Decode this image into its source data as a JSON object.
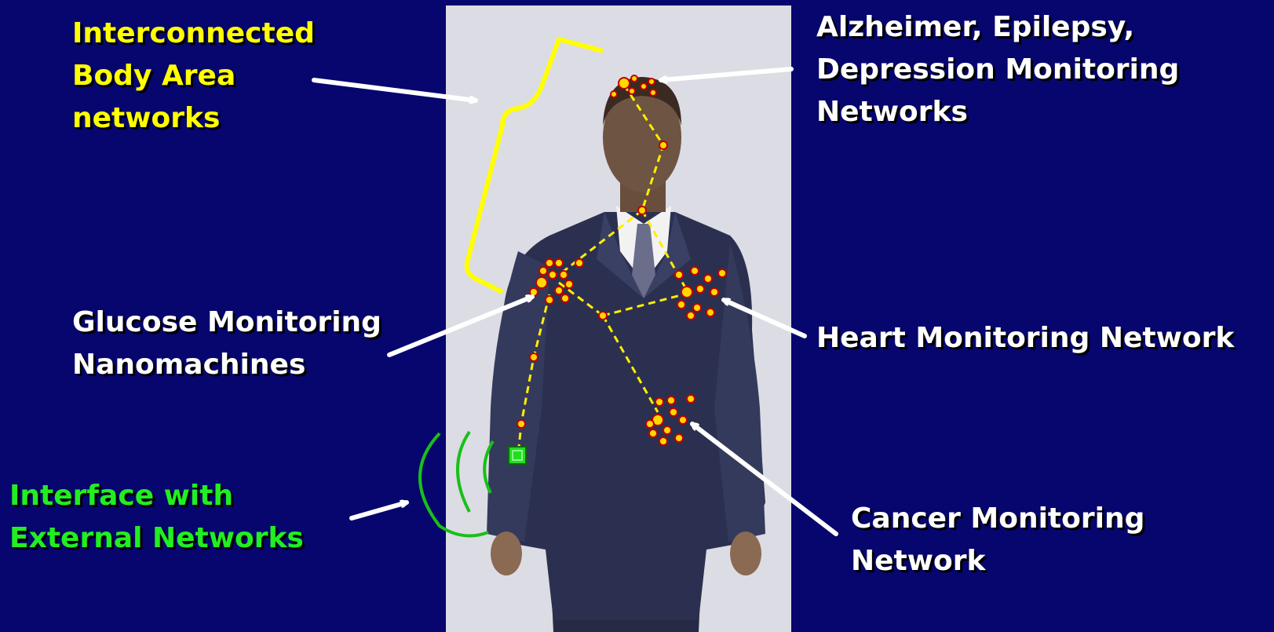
{
  "colors": {
    "background": "#06066e",
    "panel": "#dcdce4",
    "suit": "#2c3050",
    "accent_yellow": "#ffff00",
    "node_fill": "#ffd800",
    "node_stroke": "#c00000",
    "interface_green": "#22dd22",
    "label_white": "#ffffff"
  },
  "labels": {
    "interconnected": [
      "Interconnected",
      "Body Area",
      "networks"
    ],
    "brain": [
      "Alzheimer, Epilepsy,",
      "Depression Monitoring",
      "Networks"
    ],
    "glucose": [
      "Glucose Monitoring",
      "Nanomachines"
    ],
    "heart": [
      "Heart Monitoring Network"
    ],
    "cancer": [
      "Cancer Monitoring",
      "Network"
    ],
    "interface": [
      "Interface with",
      "External Networks"
    ]
  },
  "icons": {
    "interface_node": "green-square-node-icon",
    "wireless": "wireless-waves-icon",
    "nanomachine": "nanomachine-node-icon"
  }
}
